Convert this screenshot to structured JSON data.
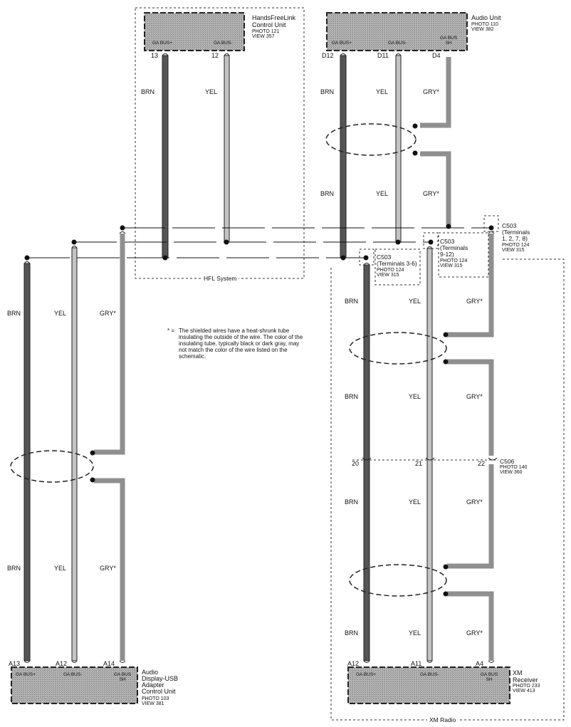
{
  "components": {
    "hfl": {
      "name_line1": "HandsFreeLink",
      "name_line2": "Control Unit",
      "photo": "PHOTO 121",
      "view": "VIEW 357",
      "pin_labels": [
        "GA BUS+",
        "GA BUS-"
      ],
      "pins": [
        "13",
        "12"
      ]
    },
    "audio_unit": {
      "name_line1": "Audio Unit",
      "photo": "PHOTO 110",
      "view": "VIEW 382",
      "pin_labels": [
        "GA BUS+",
        "GA BUS-",
        "GA BUS",
        "SH"
      ],
      "pins": [
        "D12",
        "D11",
        "D4"
      ]
    },
    "usb_adapter": {
      "name_line1": "Audio",
      "name_line2": "Display-USB",
      "name_line3": "Adapter",
      "name_line4": "Control Unit",
      "photo": "PHOTO 103",
      "view": "VIEW 381",
      "pin_labels": [
        "GA BUS+",
        "GA BUS-",
        "GA BUS",
        "SH"
      ],
      "pins": [
        "A13",
        "A12",
        "A14"
      ]
    },
    "xm_receiver": {
      "name_line1": "XM",
      "name_line2": "Receiver",
      "photo": "PHOTO 233",
      "view": "VIEW 413",
      "pin_labels": [
        "GA BUS+",
        "GA BUS-",
        "GA BUS",
        "SH"
      ],
      "pins": [
        "A12",
        "A11",
        "A4"
      ]
    }
  },
  "wires": {
    "brn": "BRN",
    "yel": "YEL",
    "gry": "GRY*"
  },
  "connectors": {
    "c503_a": {
      "name": "C503",
      "terms1": "(Terminals",
      "terms2": "1, 2, 7, 8)",
      "photo": "PHOTO 124",
      "view": "VIEW 315"
    },
    "c503_b": {
      "name": "C503",
      "terms1": "(Terminals",
      "terms2": "9-12)",
      "photo": "PHOTO 124",
      "view": "VIEW 315"
    },
    "c503_c": {
      "name": "C503",
      "terms1": "(Terminals 3-6)",
      "photo": "PHOTO 124",
      "view": "VIEW 315"
    },
    "c506": {
      "name": "C506",
      "photo": "PHOTO 140",
      "view": "VIEW 360",
      "pins": [
        "20",
        "21",
        "22"
      ]
    }
  },
  "systems": {
    "hfl": "HFL System",
    "xm": "XM Radio"
  },
  "note": {
    "star": "* =",
    "text": "The shielded wires have a heat-shrunk tube insulating the outside of the wire. The color of the insulating tube, typically black or dark gray, may not match the color of the wire listed on the schematic."
  },
  "colors": {
    "brn_wire": "#555555",
    "yel_wire": "#bdbdbd",
    "gry_wire": "#8f8f8f",
    "component_fill": "#a9a9a9",
    "ink": "#111111"
  }
}
